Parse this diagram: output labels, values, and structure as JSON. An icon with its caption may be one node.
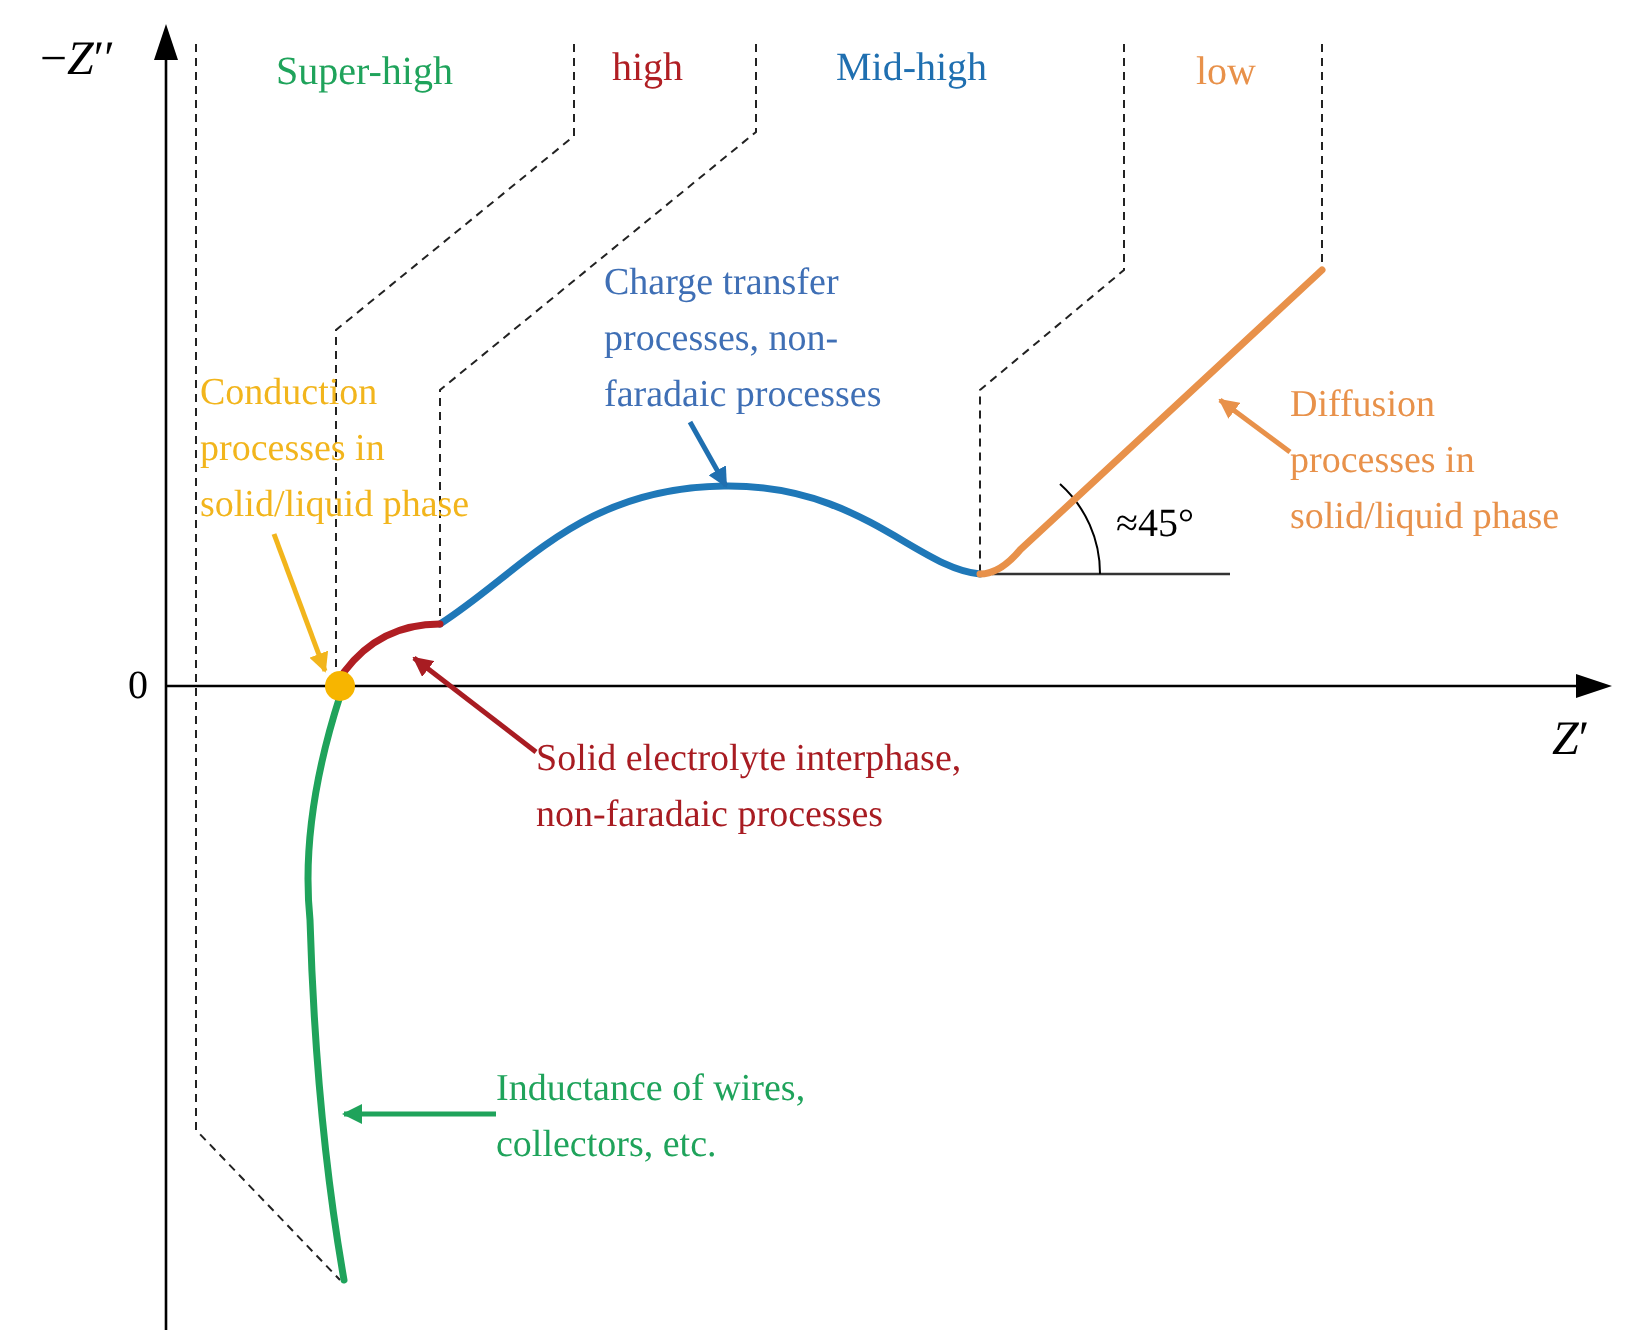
{
  "diagram": {
    "nodes": [
      {
        "text": [
          "Conduction processes in solid/liquid phase"
        ]
      },
      {
        "text": [],
        "shape": "circle"
      },
      {
        "text": [
          "Charge transfer processes, non-faradaic processes"
        ]
      },
      {
        "text": [],
        "shape": "curve"
      },
      {
        "text": [
          "Diffusion processes in solid/liquid phase"
        ]
      },
      {
        "text": [],
        "shape": "line"
      },
      {
        "text": [
          "Solid electrolyte interphase, non-faradaic processes"
        ]
      },
      {
        "text": [],
        "shape": "curve"
      },
      {
        "text": [
          "Inductance of wires, collectors, etc."
        ]
      },
      {
        "text": [],
        "shape": "curve"
      }
    ],
    "edges": [
      {
        "from": 0,
        "to": 1,
        "arrow": "to",
        "color": "#f2b51c"
      },
      {
        "from": 2,
        "to": 3,
        "arrow": "to",
        "color": "#1f6fb0"
      },
      {
        "from": 4,
        "to": 5,
        "arrow": "to",
        "color": "#e8914a"
      },
      {
        "from": 6,
        "to": 7,
        "arrow": "to",
        "color": "#a81c22"
      },
      {
        "from": 8,
        "to": 9,
        "arrow": "to",
        "color": "#1fa35b"
      }
    ],
    "labels": [
      "−*Z*′′",
      "Super-high",
      "high",
      "Mid-high",
      "low",
      "0",
      "*Z*′",
      "≈45°"
    ]
  }
}
